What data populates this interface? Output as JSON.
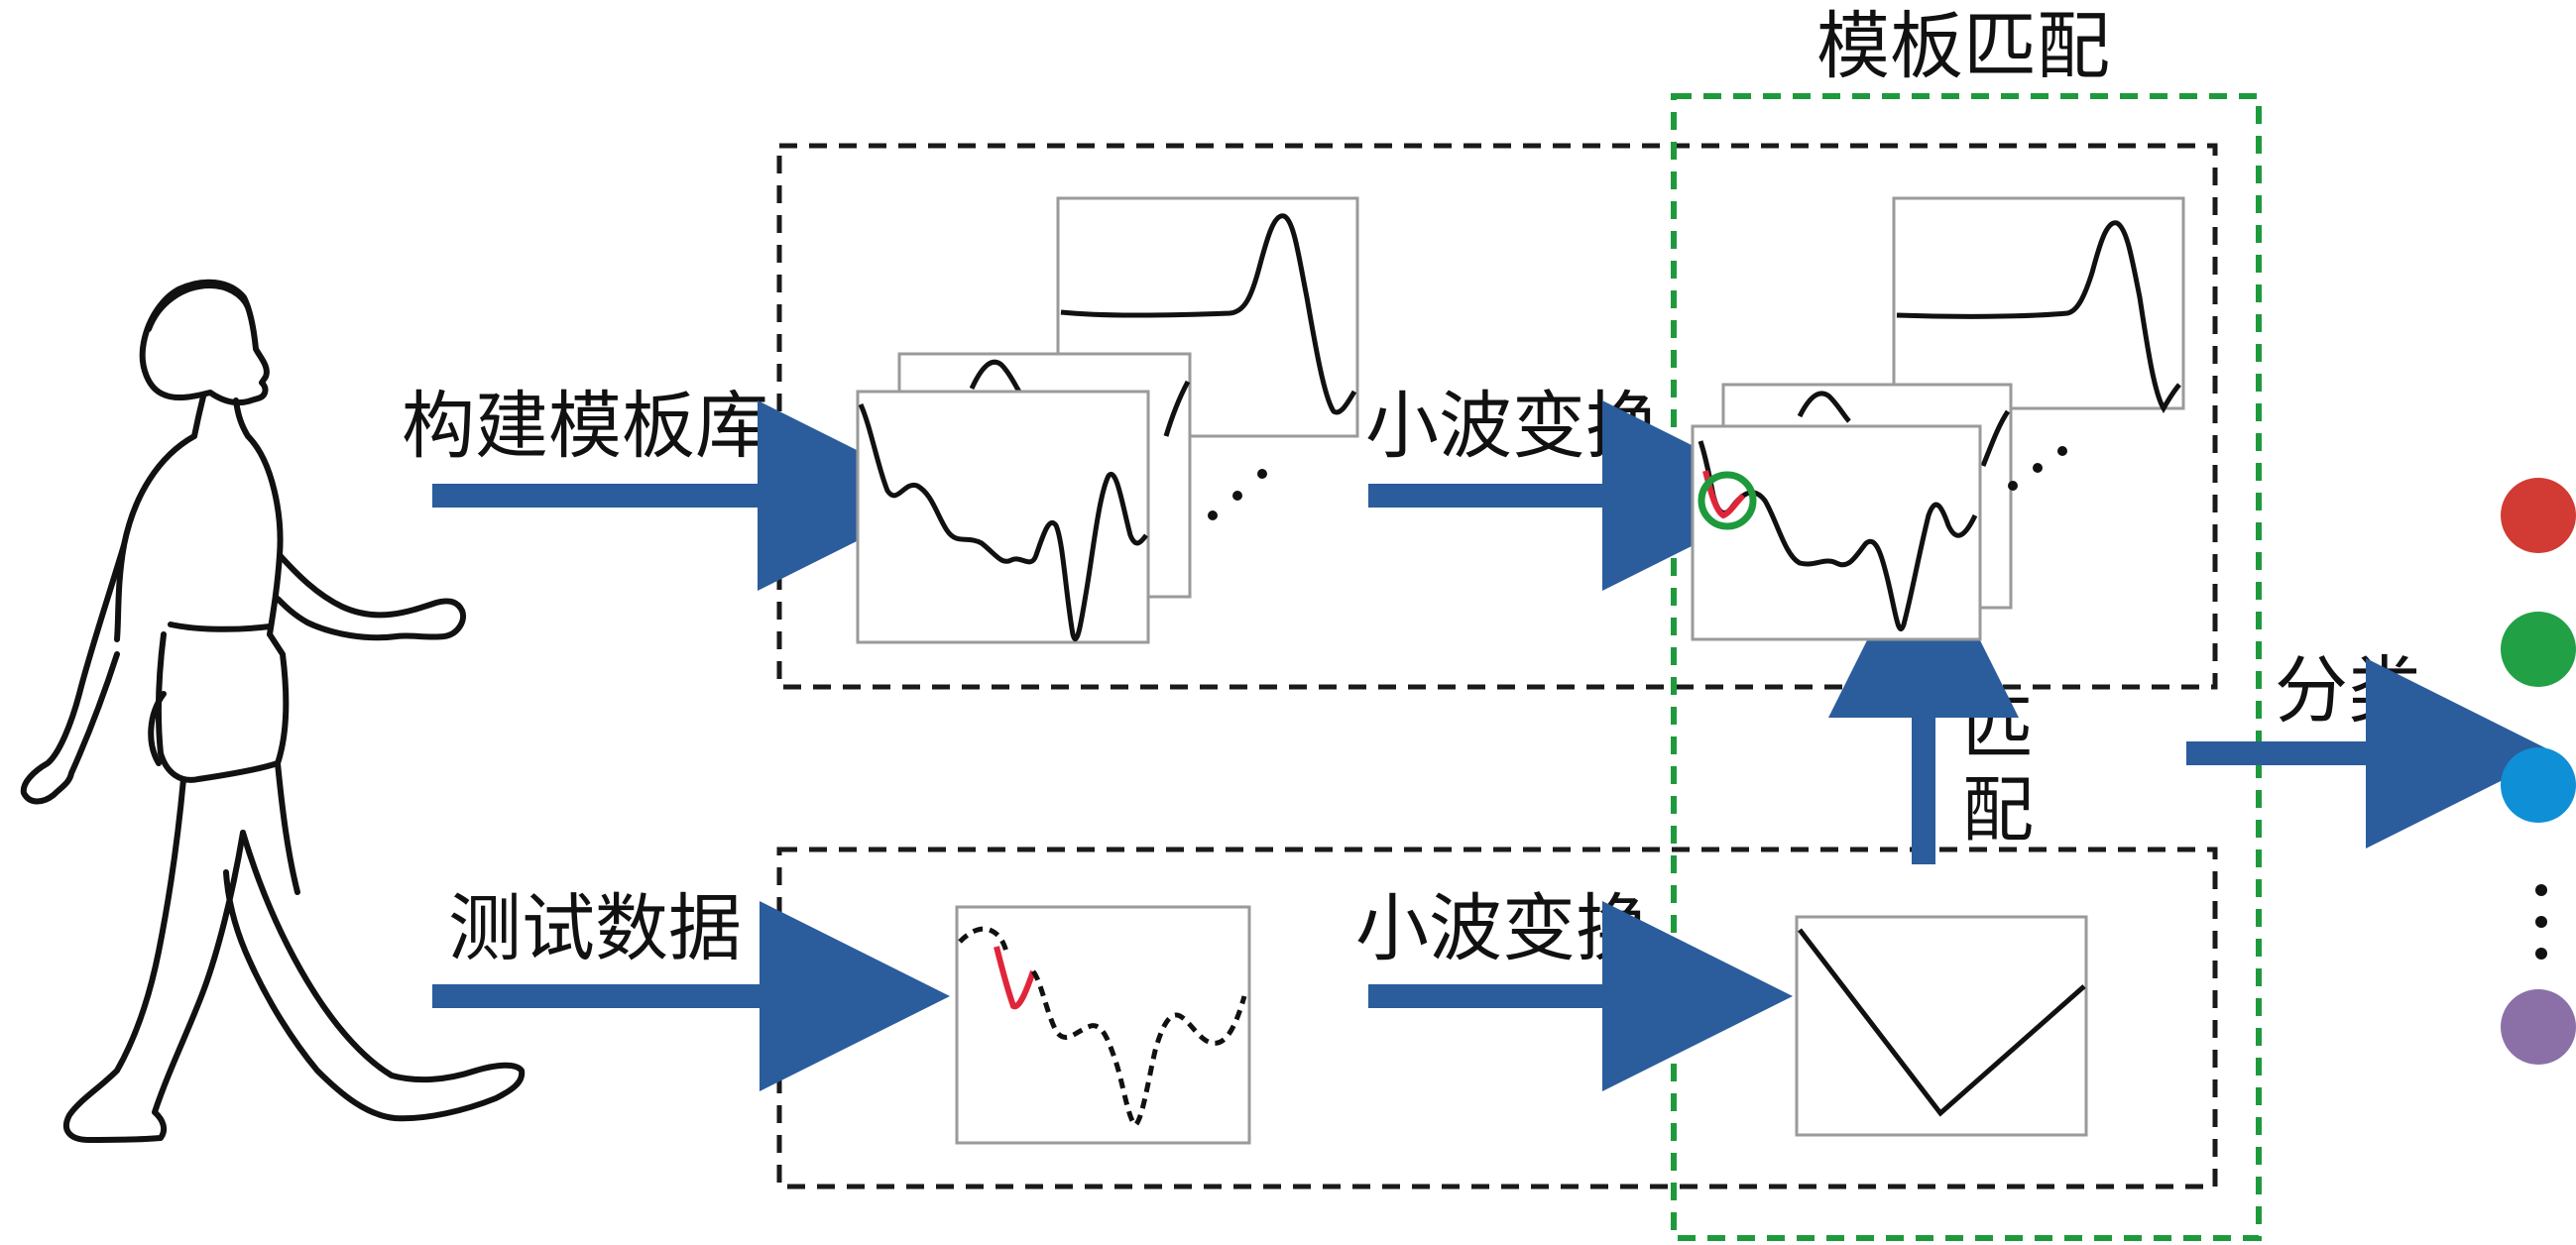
{
  "labels": {
    "template_matching": "模板匹配",
    "build_template_library": "构建模板库",
    "test_data": "测试数据",
    "wavelet_transform_top": "小波变换",
    "wavelet_transform_bottom": "小波变换",
    "match_char_1": "匹",
    "match_char_2": "配",
    "classify": "分类"
  },
  "colors": {
    "arrow_blue": "#2b5c9c",
    "dashed_black": "#1a1a1a",
    "dashed_green": "#1e9a3c",
    "highlight_red": "#e0253a",
    "circle_green": "#1e9a3c",
    "class_red": "#d23a34",
    "class_green": "#22a046",
    "class_blue": "#0f8fd6",
    "class_purple": "#8b70a8"
  },
  "icons": {
    "walker": "walking-person-icon",
    "ellipsis": "vertical-ellipsis-icon"
  }
}
